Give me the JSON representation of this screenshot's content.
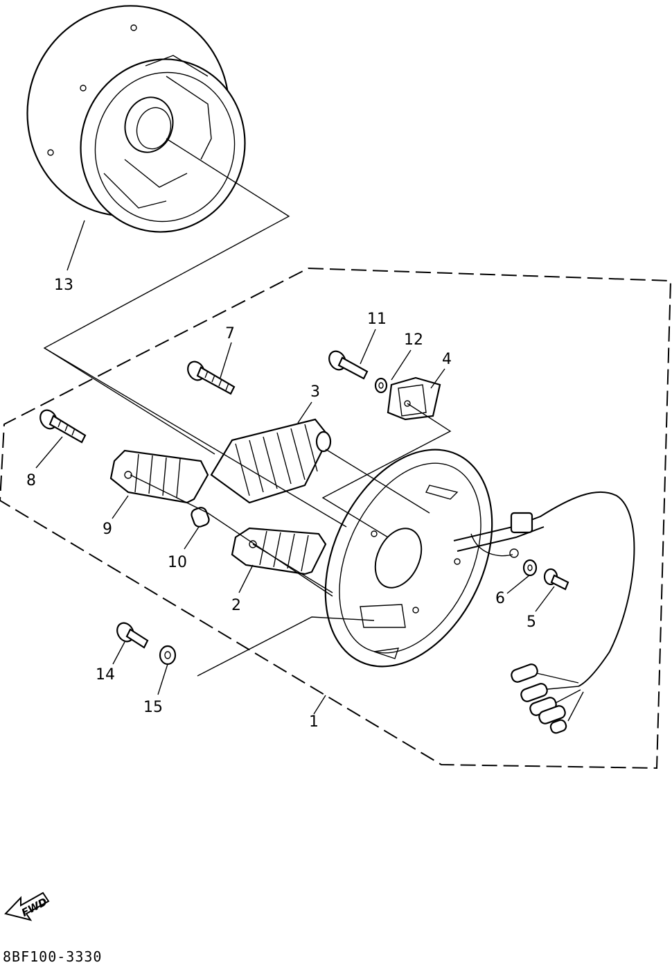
{
  "diagram": {
    "callouts": [
      {
        "id": "1",
        "label": "1"
      },
      {
        "id": "2",
        "label": "2"
      },
      {
        "id": "3",
        "label": "3"
      },
      {
        "id": "4",
        "label": "4"
      },
      {
        "id": "5",
        "label": "5"
      },
      {
        "id": "6",
        "label": "6"
      },
      {
        "id": "7",
        "label": "7"
      },
      {
        "id": "8",
        "label": "8"
      },
      {
        "id": "9",
        "label": "9"
      },
      {
        "id": "10",
        "label": "10"
      },
      {
        "id": "11",
        "label": "11"
      },
      {
        "id": "12",
        "label": "12"
      },
      {
        "id": "13",
        "label": "13"
      },
      {
        "id": "14",
        "label": "14"
      },
      {
        "id": "15",
        "label": "15"
      }
    ],
    "direction_arrow": "FWD",
    "reference_code": "8BF100-3330"
  }
}
